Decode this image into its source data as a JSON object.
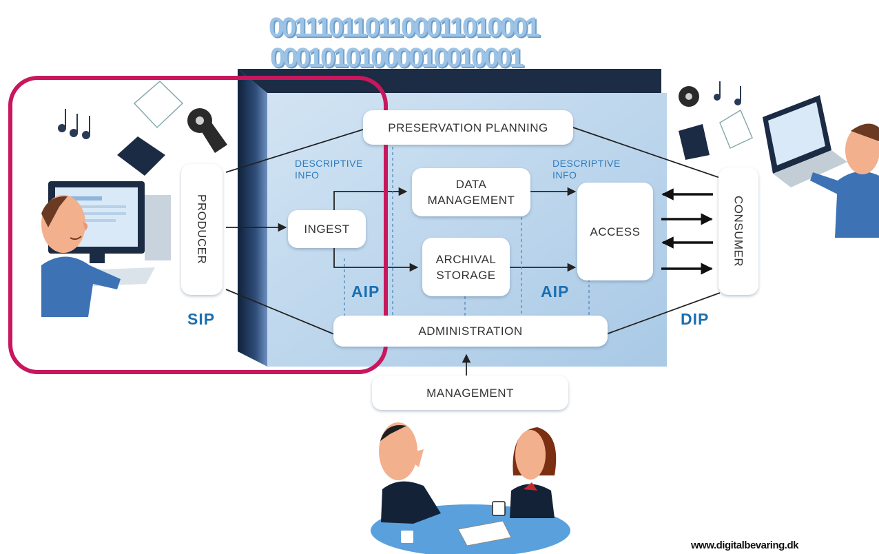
{
  "diagram": {
    "boxes": {
      "preservation_planning": "PRESERVATION PLANNING",
      "data_management": [
        "DATA",
        "MANAGEMENT"
      ],
      "ingest": "INGEST",
      "archival_storage": [
        "ARCHIVAL",
        "STORAGE"
      ],
      "access": "ACCESS",
      "administration": "ADMINISTRATION",
      "management": "MANAGEMENT",
      "producer": "PRODUCER",
      "consumer": "CONSUMER"
    },
    "labels": {
      "descriptive_info_left": [
        "DESCRIPTIVE",
        "INFO"
      ],
      "descriptive_info_right": [
        "DESCRIPTIVE",
        "INFO"
      ],
      "aip_left": "AIP",
      "aip_right": "AIP",
      "sip": "SIP",
      "dip": "DIP"
    },
    "binary_stream": [
      "0011101101100011010001",
      "00010101000010010001"
    ],
    "footer_url": "www.digitalbevaring.dk",
    "colors": {
      "archive_blue": "#bcd6ec",
      "accent_text": "#2e7bbd",
      "highlight_frame": "#c8175d"
    },
    "icons": [
      "person-at-computer-icon",
      "person-with-laptop-icon",
      "meeting-people-icon",
      "film-reel-icon",
      "music-notes-icon",
      "document-icon"
    ]
  }
}
